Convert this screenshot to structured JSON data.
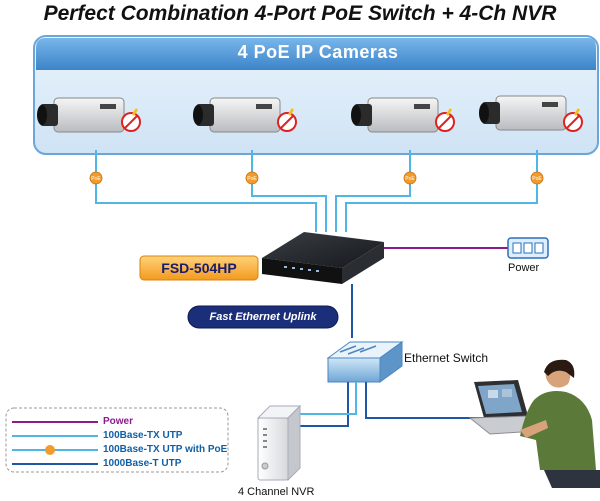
{
  "title": "Perfect Combination 4-Port PoE Switch + 4-Ch NVR",
  "camera_group": {
    "title": "4 PoE IP Cameras",
    "count": 4
  },
  "poe_badge": "PoE",
  "switch": {
    "model": "FSD-504HP"
  },
  "uplink": {
    "label": "Fast Ethernet Uplink"
  },
  "power": {
    "label": "Power"
  },
  "ethernet_switch": {
    "label": "Ethernet Switch"
  },
  "nvr": {
    "label": "4 Channel NVR"
  },
  "legend": {
    "items": [
      {
        "label": "Power",
        "color": "#8c1a8c"
      },
      {
        "label": "100Base-TX UTP",
        "color": "#4fb6e6"
      },
      {
        "label": "100Base-TX UTP with PoE",
        "color": "#4fb6e6"
      },
      {
        "label": "1000Base-T UTP",
        "color": "#1e57a8"
      }
    ]
  },
  "colors": {
    "panel_fill": "#dfeef9",
    "panel_header": "#4f97d8",
    "poe_badge": "#f39b2a",
    "model_badge": "#f5a623",
    "uplink_badge": "#1a2e7a"
  }
}
